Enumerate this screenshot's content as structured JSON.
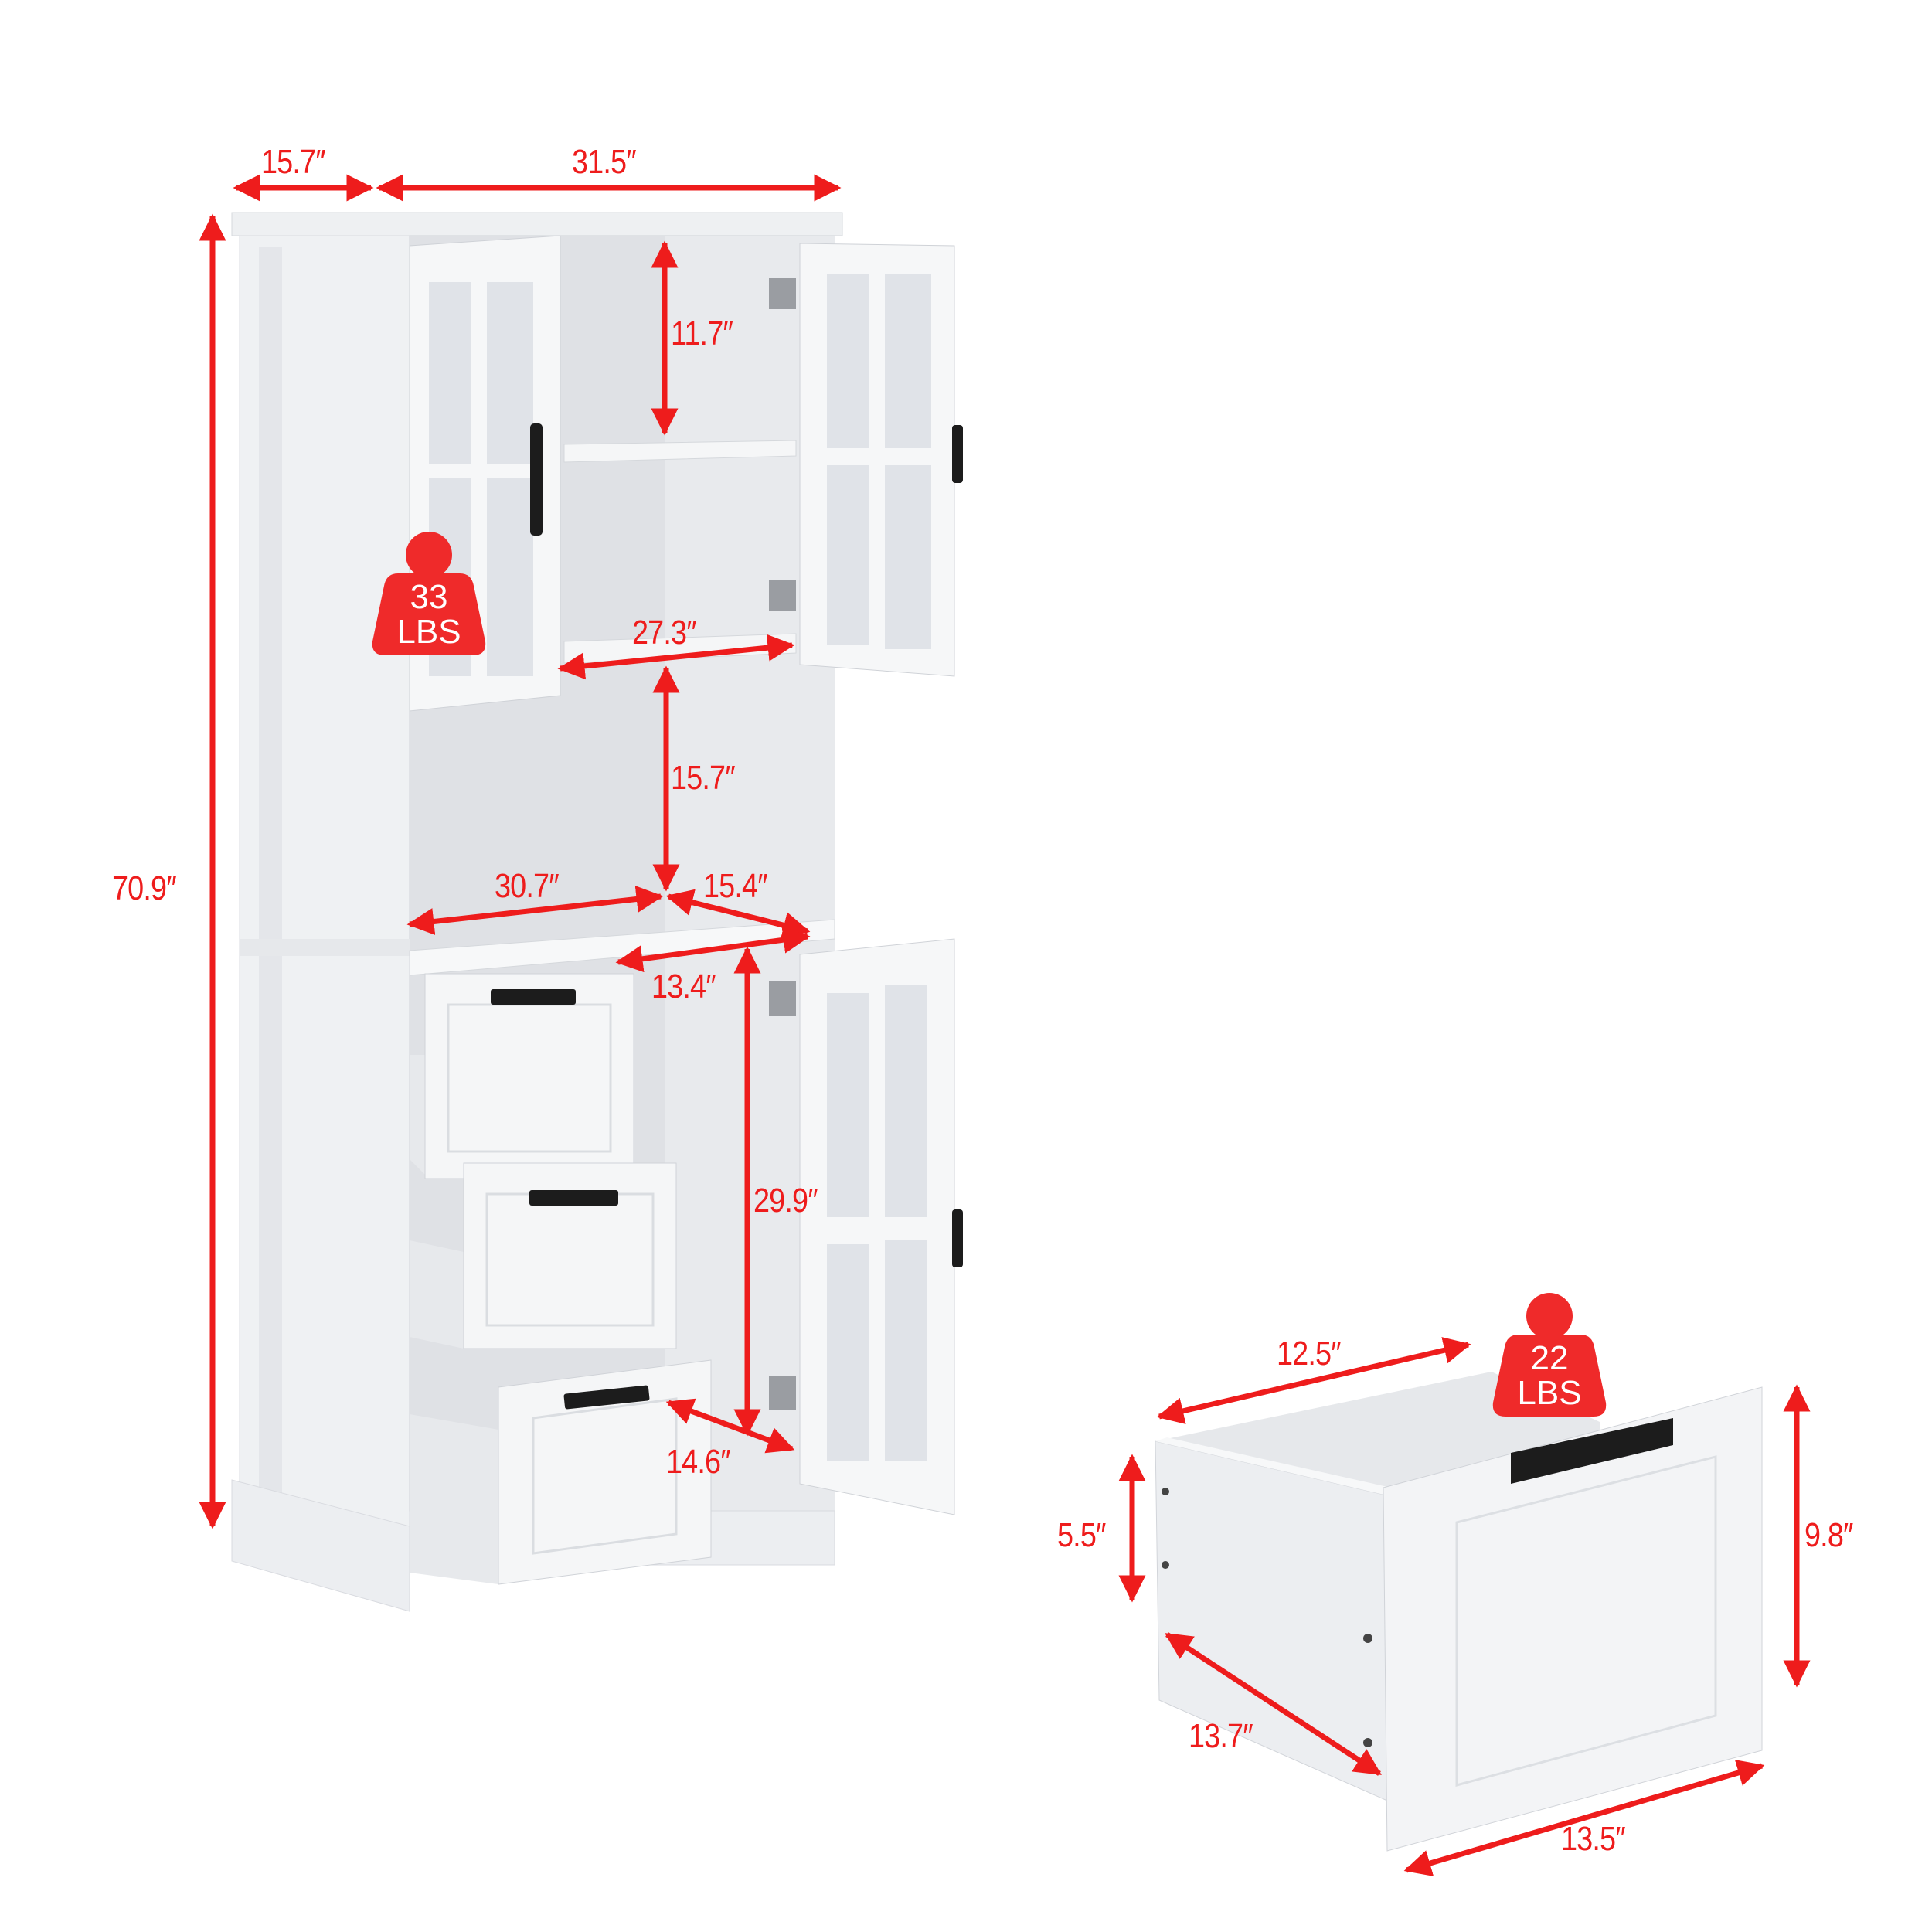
{
  "diagram": {
    "subject": "Tall storage cabinet with glass doors and drawers",
    "colors": {
      "background": "#ffffff",
      "dimension_red": "#ee1c1c",
      "cabinet_white": "#f2f3f5",
      "cabinet_shadow": "#d9dbe0",
      "handle_black": "#1c1c1c",
      "weight_badge": "#ef2a2a"
    },
    "cabinet": {
      "depth_top": "15.7″",
      "width_top": "31.5″",
      "total_height": "70.9″",
      "upper_shelf_gap": "11.7″",
      "upper_shelf_width": "27.3″",
      "open_shelf_height": "15.7″",
      "open_shelf_width": "30.7″",
      "open_shelf_depth": "15.4″",
      "lower_compartment_width": "13.4″",
      "lower_compartment_height": "29.9″",
      "lower_compartment_depth": "14.6″",
      "shelf_weight_capacity": {
        "value": "33",
        "unit": "LBS"
      }
    },
    "drawer": {
      "inner_width": "12.5″",
      "side_height": "5.5″",
      "front_height": "9.8″",
      "depth": "13.7″",
      "front_width": "13.5″",
      "weight_capacity": {
        "value": "22",
        "unit": "LBS"
      }
    }
  }
}
